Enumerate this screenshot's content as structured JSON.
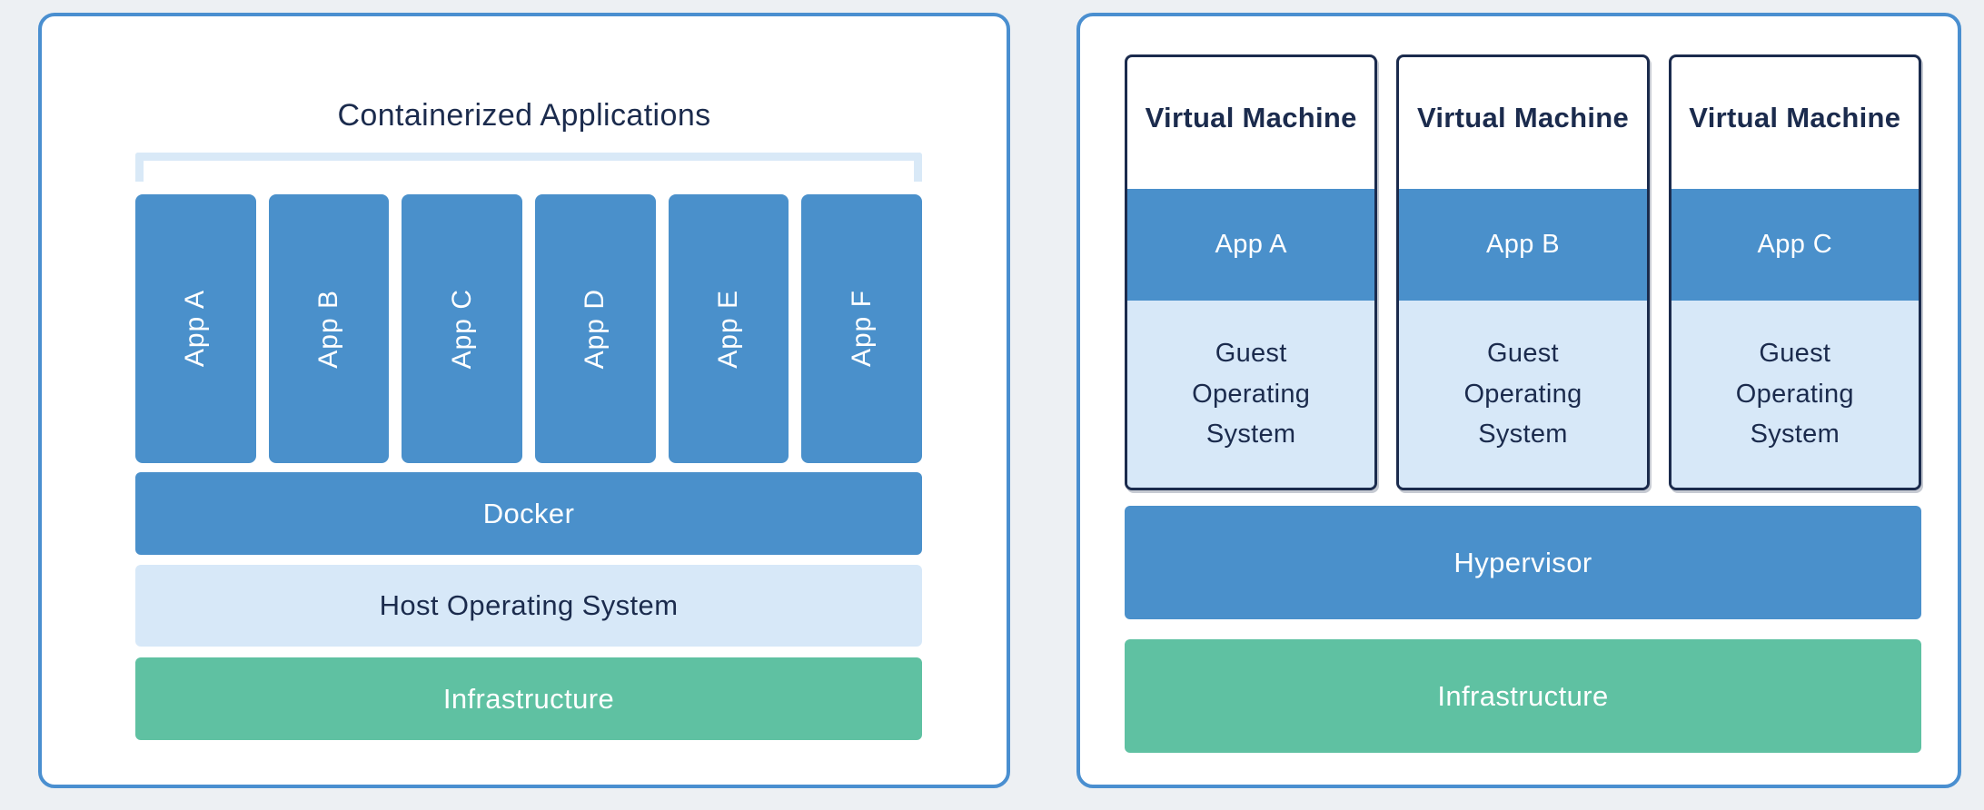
{
  "colors": {
    "background": "#edf0f3",
    "panel_border": "#4a8fd0",
    "block_blue": "#4a90cb",
    "block_light_blue": "#d7e8f8",
    "block_green": "#5fc1a2",
    "text_navy": "#1b2b4d",
    "text_white": "#ffffff",
    "bracket": "#d9e9f7"
  },
  "left_panel": {
    "title": "Containerized Applications",
    "apps": [
      "App A",
      "App B",
      "App C",
      "App D",
      "App E",
      "App F"
    ],
    "layers": {
      "docker": "Docker",
      "host_os": "Host Operating System",
      "infrastructure": "Infrastructure"
    }
  },
  "right_panel": {
    "vms": [
      {
        "title": "Virtual Machine",
        "app": "App A",
        "guest_os": "Guest Operating System"
      },
      {
        "title": "Virtual Machine",
        "app": "App B",
        "guest_os": "Guest Operating System"
      },
      {
        "title": "Virtual Machine",
        "app": "App C",
        "guest_os": "Guest Operating System"
      }
    ],
    "layers": {
      "hypervisor": "Hypervisor",
      "infrastructure": "Infrastructure"
    }
  }
}
